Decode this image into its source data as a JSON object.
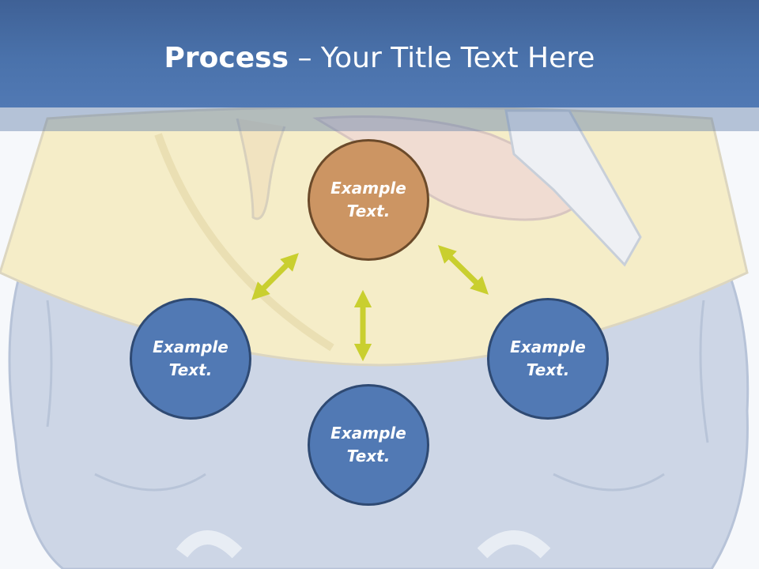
{
  "title": {
    "bold": "Process",
    "rest": " – Your Title Text Here"
  },
  "nodes": {
    "top": "Example\nText.",
    "left": "Example\nText.",
    "right": "Example\nText.",
    "bottom": "Example\nText."
  },
  "colors": {
    "title_bar": "#4a72ab",
    "top_node": "#cc9563",
    "other_nodes": "#5179b4",
    "arrows": "#c9cf2f"
  }
}
